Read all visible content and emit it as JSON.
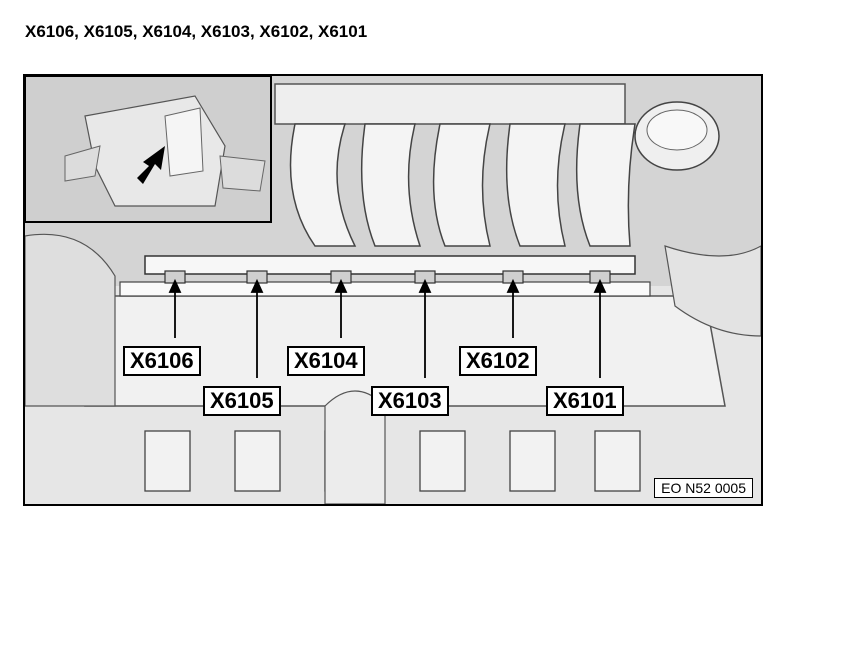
{
  "title": "X6106, X6105, X6104, X6103, X6102, X6101",
  "callouts": [
    "X6106",
    "X6105",
    "X6104",
    "X6103",
    "X6102",
    "X6101"
  ],
  "figure_code": "EO N52 0005",
  "icons": {
    "locator_arrow": "arrow-up-right-icon"
  },
  "colors": {
    "outline": "#000000",
    "label_bg": "#ffffff",
    "engine_shade": "#d9d9d9"
  }
}
